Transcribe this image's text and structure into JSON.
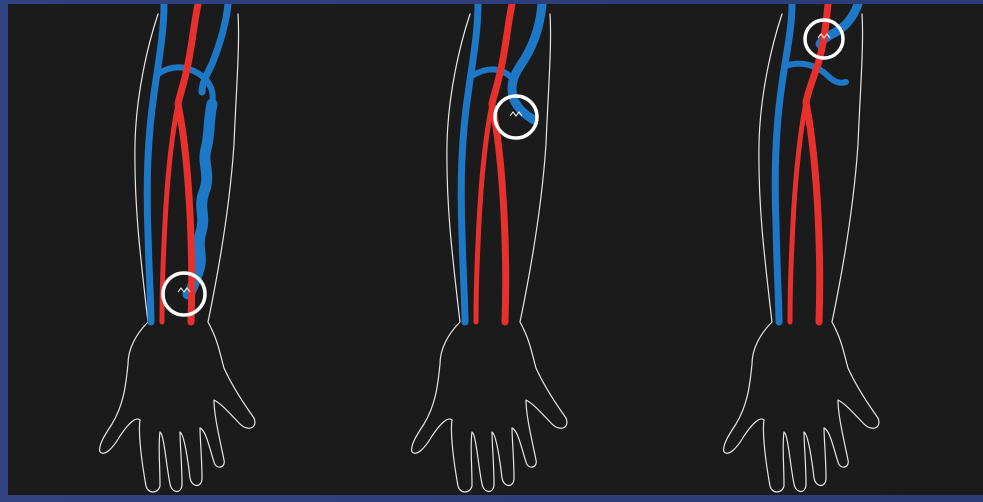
{
  "colors": {
    "background": "#1b1b1b",
    "frame": "#2c3e7a",
    "artery": "#e8302c",
    "vein": "#1e78c8",
    "outline": "#e6e6e6",
    "marker": "#ffffff"
  },
  "figures": [
    {
      "id": "arm-1",
      "fistula_site": "wrist"
    },
    {
      "id": "arm-2",
      "fistula_site": "forearm"
    },
    {
      "id": "arm-3",
      "fistula_site": "upper-arm"
    }
  ]
}
